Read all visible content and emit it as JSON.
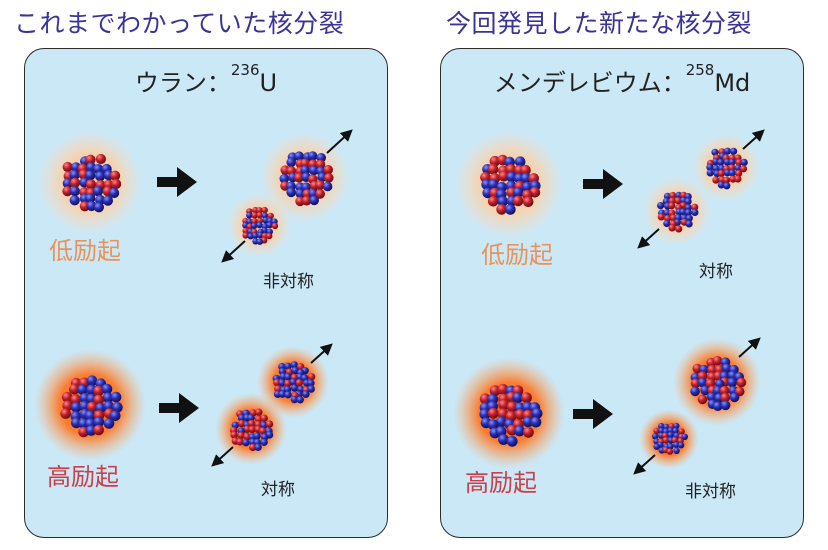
{
  "headings": {
    "left": "これまでわかっていた核分裂",
    "right": "今回発見した新たな核分裂"
  },
  "panels": [
    {
      "nucleus_name": "ウラン：",
      "mass_number": "236",
      "symbol": "U",
      "low_excitation": {
        "label": "低励起",
        "result": "非対称"
      },
      "high_excitation": {
        "label": "高励起",
        "result": "対称"
      }
    },
    {
      "nucleus_name": "メンデレビウム：",
      "mass_number": "258",
      "symbol": "Md",
      "low_excitation": {
        "label": "低励起",
        "result": "対称"
      },
      "high_excitation": {
        "label": "高励起",
        "result": "非対称"
      }
    }
  ],
  "colors": {
    "heading": "#3a3498",
    "panel_background": "#cbe8f7",
    "low_excitation_label": "#e8935a",
    "high_excitation_label": "#c9404a",
    "neutron": "#2a2fb0",
    "proton": "#c4202a"
  }
}
